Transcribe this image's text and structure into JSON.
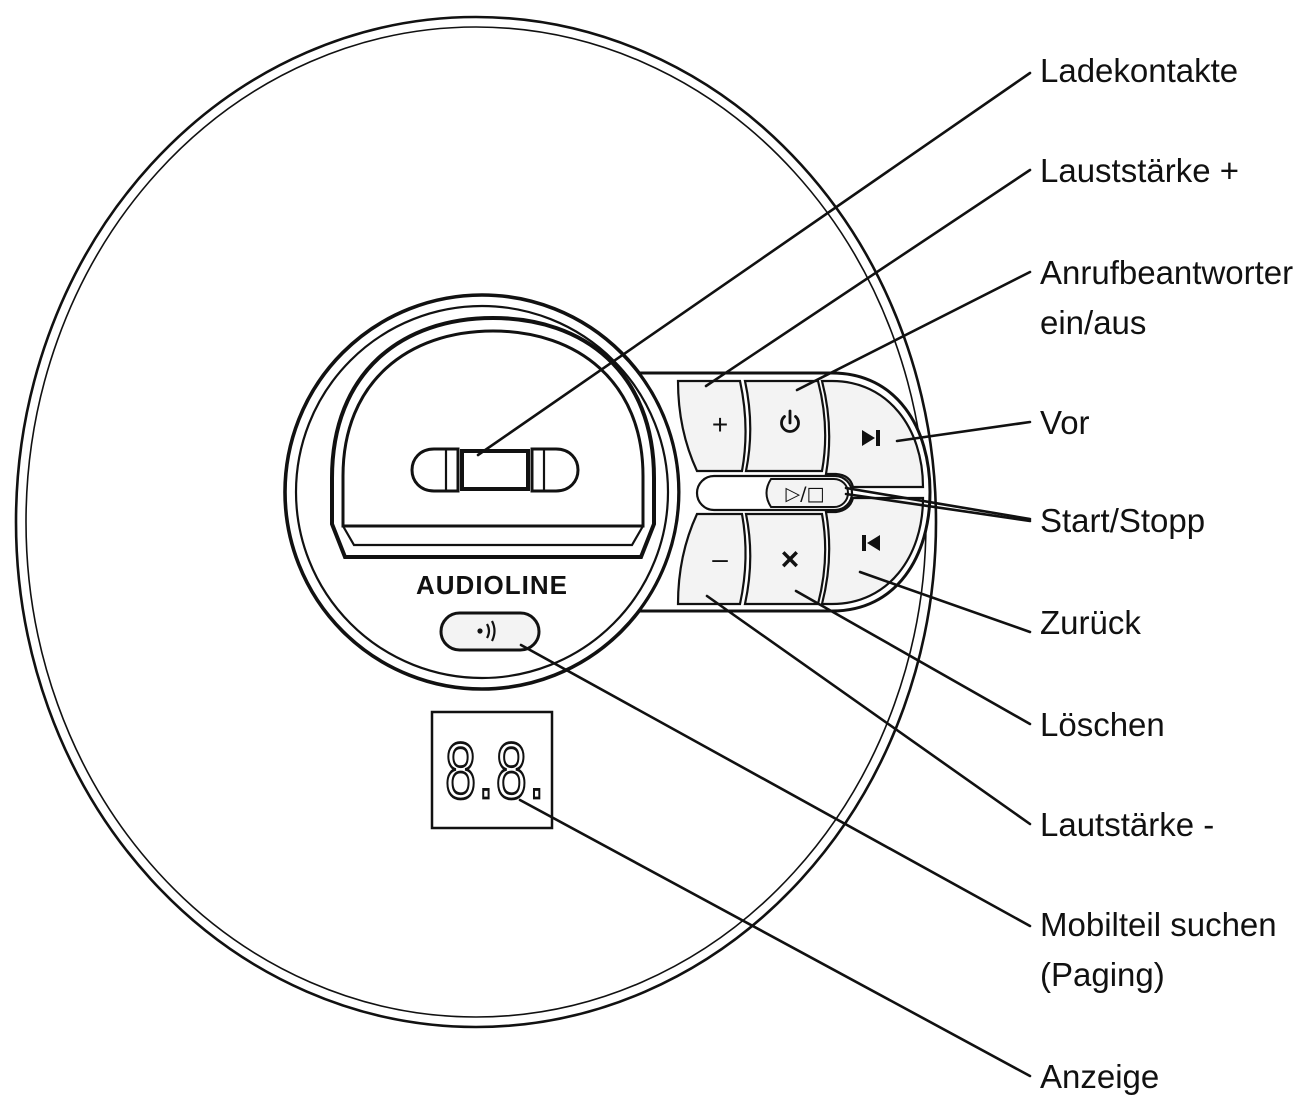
{
  "device": {
    "brand": "AUDIOLINE",
    "display_value": "8.8.",
    "charging_contacts": {
      "icon": "charging-contacts-icon"
    },
    "buttons": {
      "volume_up": {
        "glyph": "+"
      },
      "power": {
        "icon": "power-icon"
      },
      "next": {
        "icon": "skip-next-icon"
      },
      "play_stop": {
        "glyph": "▷/□"
      },
      "previous": {
        "icon": "skip-previous-icon"
      },
      "delete": {
        "glyph": "×"
      },
      "volume_down": {
        "glyph": "–"
      },
      "paging": {
        "icon": "paging-icon"
      }
    }
  },
  "callouts": [
    {
      "lines": [
        "Ladekontakte"
      ]
    },
    {
      "lines": [
        "Lauststärke +"
      ]
    },
    {
      "lines": [
        "Anrufbeantworter",
        "ein/aus"
      ]
    },
    {
      "lines": [
        "Vor"
      ]
    },
    {
      "lines": [
        "Start/Stopp"
      ]
    },
    {
      "lines": [
        "Zurück"
      ]
    },
    {
      "lines": [
        "Löschen"
      ]
    },
    {
      "lines": [
        "Lautstärke -"
      ]
    },
    {
      "lines": [
        "Mobilteil suchen",
        "(Paging)"
      ]
    },
    {
      "lines": [
        "Anzeige"
      ]
    }
  ],
  "colors": {
    "ink": "#111111",
    "background": "#ffffff",
    "button_face": "#f3f3f3"
  }
}
